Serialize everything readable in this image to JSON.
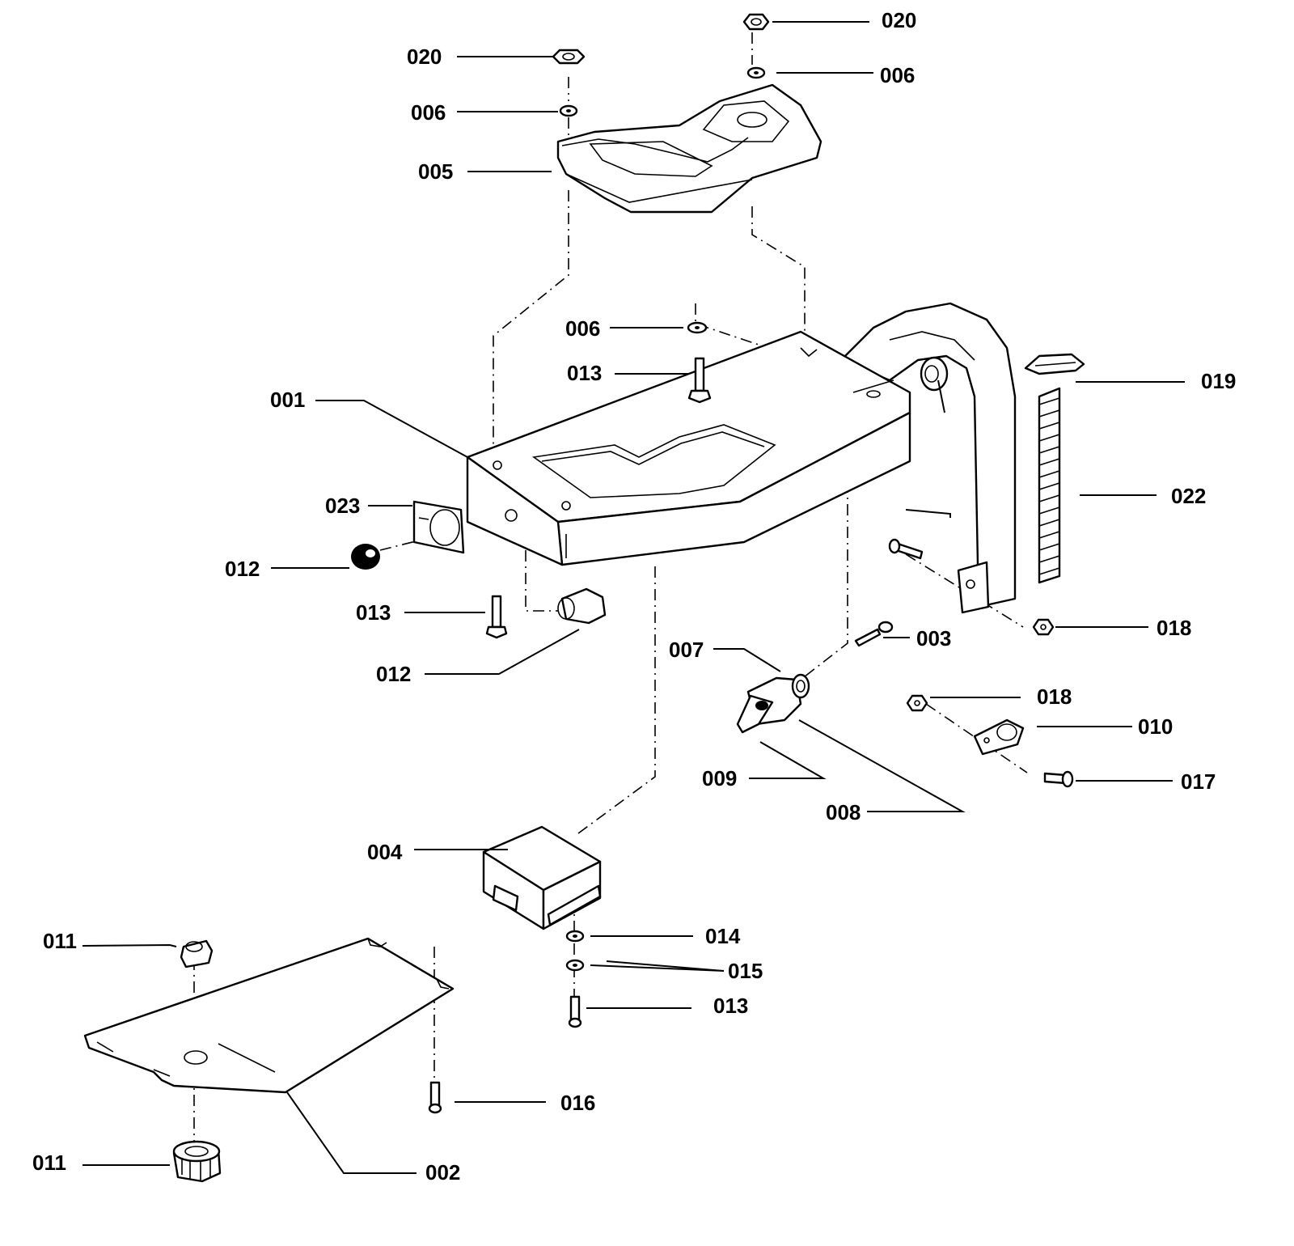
{
  "labels": {
    "l020a": "020",
    "l020b": "020",
    "l006a": "006",
    "l006b": "006",
    "l006c": "006",
    "l005": "005",
    "l001": "001",
    "l013a": "013",
    "l013b": "013",
    "l013c": "013",
    "l023": "023",
    "l012a": "012",
    "l012b": "012",
    "l019": "019",
    "l022": "022",
    "l018a": "018",
    "l018b": "018",
    "l003": "003",
    "l007": "007",
    "l010": "010",
    "l017": "017",
    "l009": "009",
    "l008": "008",
    "l004": "004",
    "l014": "014",
    "l015": "015",
    "l011a": "011",
    "l011b": "011",
    "l016": "016",
    "l002": "002"
  }
}
